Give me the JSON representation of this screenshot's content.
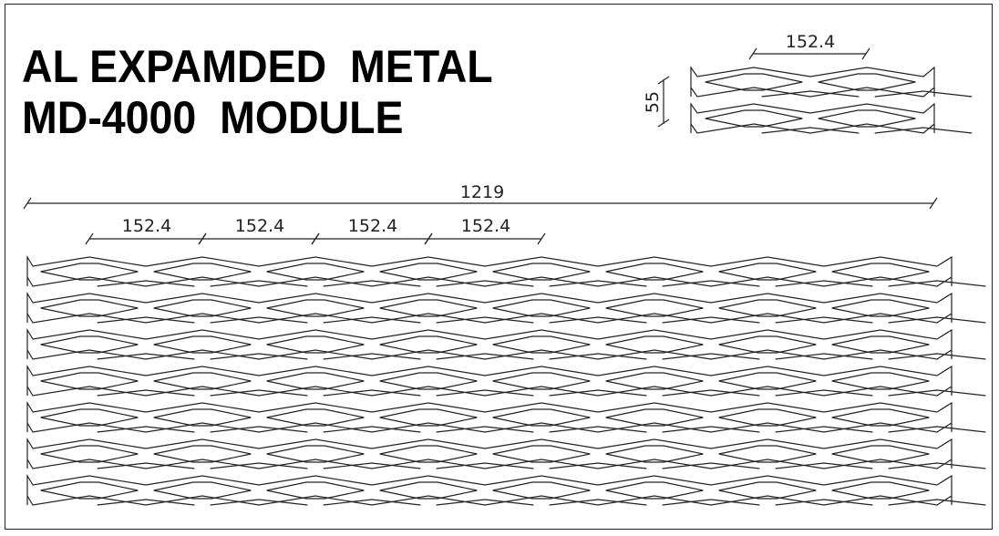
{
  "title": {
    "line1": "AL EXPAMDED  METAL",
    "line2": "MD-4000  MODULE"
  },
  "dimensions": {
    "overall_width": "1219",
    "pitch": [
      "152.4",
      "152.4",
      "152.4",
      "152.4"
    ],
    "detail_pitch": "152.4",
    "detail_height": "55"
  },
  "panel": {
    "rows": 7,
    "holes_per_row": 8
  },
  "detail": {
    "rows": 2,
    "holes_per_row": 2
  },
  "colors": {
    "line": "#222222"
  }
}
